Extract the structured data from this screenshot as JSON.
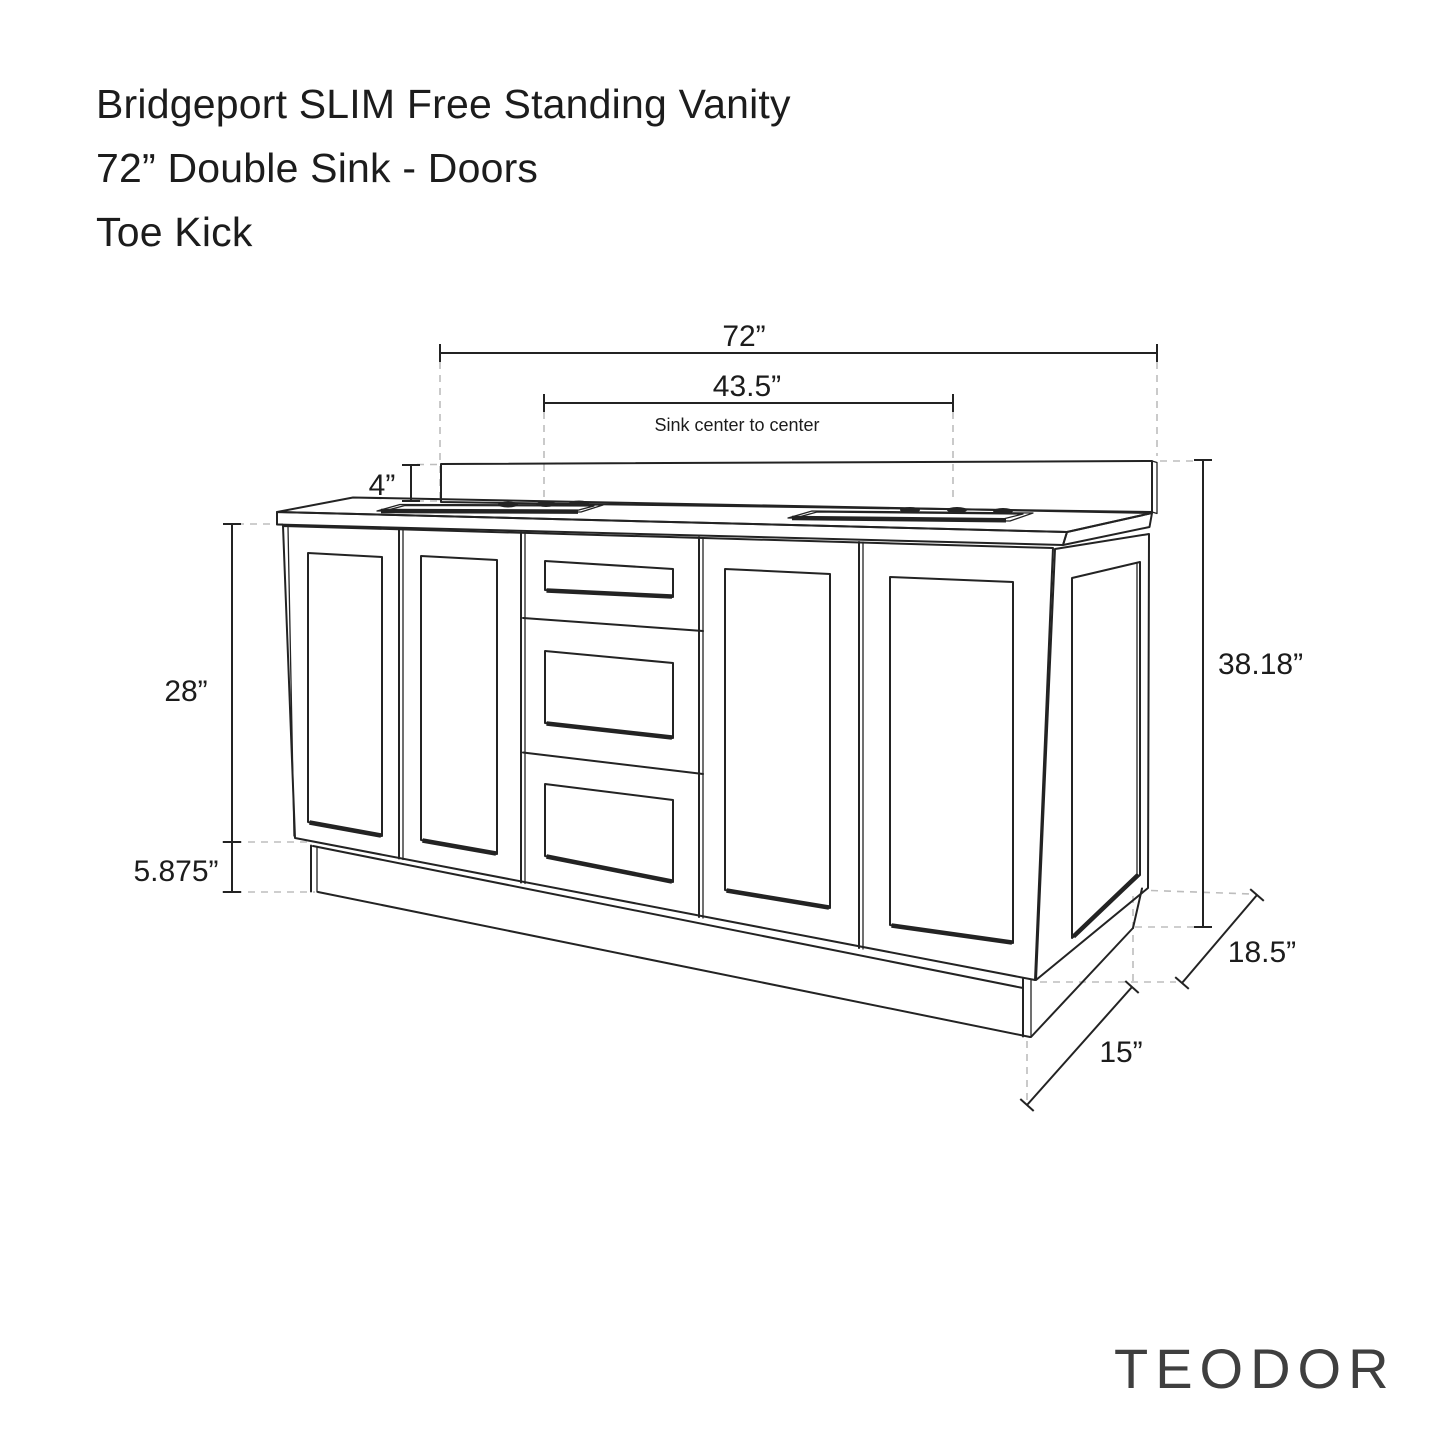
{
  "title": {
    "line1": "Bridgeport SLIM Free Standing Vanity",
    "line2": "72” Double Sink  - Doors",
    "line3": "Toe Kick"
  },
  "brand": "TEODOR",
  "dimensions": {
    "overall_width": "72”",
    "sink_center_to_center": "43.5”",
    "sink_center_note": "Sink center to center",
    "backsplash_height": "4”",
    "door_height": "28”",
    "toe_kick_height": "5.875”",
    "overall_height": "38.18”",
    "depth": "18.5”",
    "base_depth": "15”"
  },
  "colors": {
    "background": "#ffffff",
    "ink": "#232323",
    "dash": "#bdbdbd",
    "text": "#1c1c1c",
    "brand": "#3f3f3f"
  }
}
